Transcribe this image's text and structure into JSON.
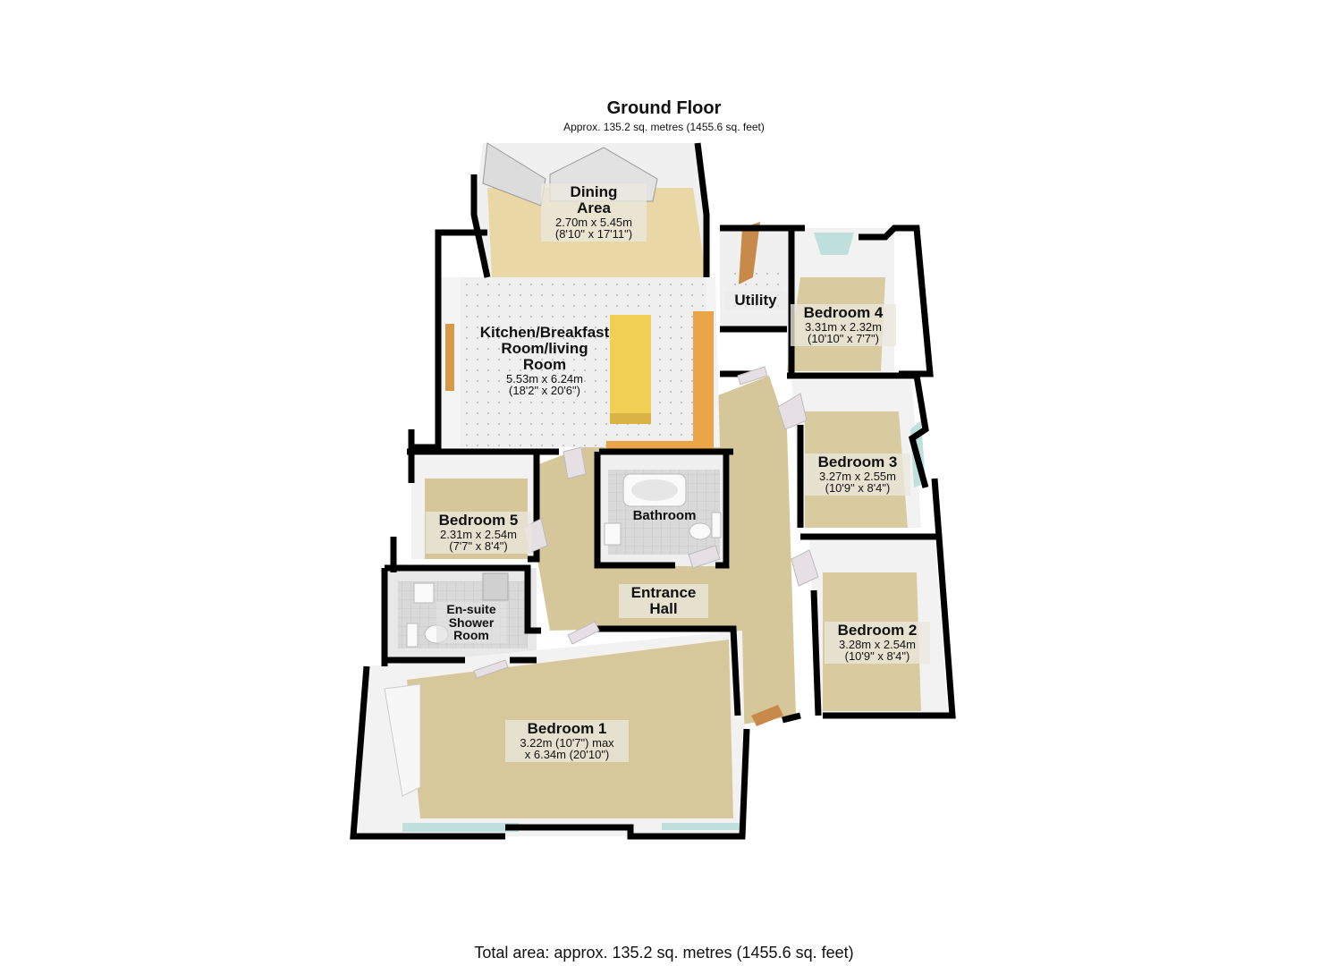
{
  "header": {
    "title": "Ground Floor",
    "subtitle": "Approx. 135.2 sq. metres (1455.6 sq. feet)"
  },
  "footer": {
    "total_area": "Total area: approx. 135.2 sq. metres (1455.6 sq. feet)"
  },
  "colors": {
    "wall": "#000000",
    "wall_inner": "#f2f2f2",
    "carpet": "#d8c99a",
    "dining_floor": "#e9d8a6",
    "tile_floor": "#eeeeee",
    "worktop": "#e9a548",
    "island": "#f1cf55",
    "window_glass": "#bfe0dc",
    "door": "#e6dfe4",
    "label_bg": "#ebe8de"
  },
  "rooms": [
    {
      "id": "dining",
      "name_lines": [
        "Dining",
        "Area"
      ],
      "dim1": "2.70m x 5.45m",
      "dim2": "(8'10\" x 17'11\")"
    },
    {
      "id": "kitchen",
      "name_lines": [
        "Kitchen/Breakfast",
        "Room/living",
        "Room"
      ],
      "dim1": "5.53m x 6.24m",
      "dim2": "(18'2\" x 20'6\")"
    },
    {
      "id": "utility",
      "name_lines": [
        "Utility"
      ],
      "dim1": "",
      "dim2": ""
    },
    {
      "id": "bedroom4",
      "name_lines": [
        "Bedroom 4"
      ],
      "dim1": "3.31m x 2.32m",
      "dim2": "(10'10\" x 7'7\")"
    },
    {
      "id": "bedroom3",
      "name_lines": [
        "Bedroom 3"
      ],
      "dim1": "3.27m x 2.55m",
      "dim2": "(10'9\" x 8'4\")"
    },
    {
      "id": "bedroom2",
      "name_lines": [
        "Bedroom 2"
      ],
      "dim1": "3.28m x 2.54m",
      "dim2": "(10'9\" x 8'4\")"
    },
    {
      "id": "bedroom5",
      "name_lines": [
        "Bedroom 5"
      ],
      "dim1": "2.31m x 2.54m",
      "dim2": "(7'7\" x 8'4\")"
    },
    {
      "id": "bathroom",
      "name_lines": [
        "Bathroom"
      ],
      "dim1": "",
      "dim2": ""
    },
    {
      "id": "ensuite",
      "name_lines": [
        "En-suite",
        "Shower",
        "Room"
      ],
      "dim1": "",
      "dim2": ""
    },
    {
      "id": "hall",
      "name_lines": [
        "Entrance",
        "Hall"
      ],
      "dim1": "",
      "dim2": ""
    },
    {
      "id": "bedroom1",
      "name_lines": [
        "Bedroom 1"
      ],
      "dim1": "3.22m (10'7\") max",
      "dim2": "x 6.34m (20'10\")"
    }
  ],
  "labels": {
    "dining": {
      "l1": "Dining",
      "l2": "Area",
      "d1": "2.70m x 5.45m",
      "d2": "(8'10\" x 17'11\")"
    },
    "kitchen": {
      "l1": "Kitchen/Breakfast",
      "l2": "Room/living",
      "l3": "Room",
      "d1": "5.53m x 6.24m",
      "d2": "(18'2\" x 20'6\")"
    },
    "utility": {
      "l1": "Utility"
    },
    "bedroom4": {
      "l1": "Bedroom 4",
      "d1": "3.31m x 2.32m",
      "d2": "(10'10\" x 7'7\")"
    },
    "bedroom3": {
      "l1": "Bedroom 3",
      "d1": "3.27m x 2.55m",
      "d2": "(10'9\" x 8'4\")"
    },
    "bedroom2": {
      "l1": "Bedroom 2",
      "d1": "3.28m x 2.54m",
      "d2": "(10'9\" x 8'4\")"
    },
    "bedroom5": {
      "l1": "Bedroom 5",
      "d1": "2.31m x 2.54m",
      "d2": "(7'7\" x 8'4\")"
    },
    "bathroom": {
      "l1": "Bathroom"
    },
    "ensuite": {
      "l1": "En-suite",
      "l2": "Shower",
      "l3": "Room"
    },
    "hall": {
      "l1": "Entrance",
      "l2": "Hall"
    },
    "bedroom1": {
      "l1": "Bedroom 1",
      "d1": "3.22m (10'7\") max",
      "d2": "x 6.34m (20'10\")"
    }
  }
}
